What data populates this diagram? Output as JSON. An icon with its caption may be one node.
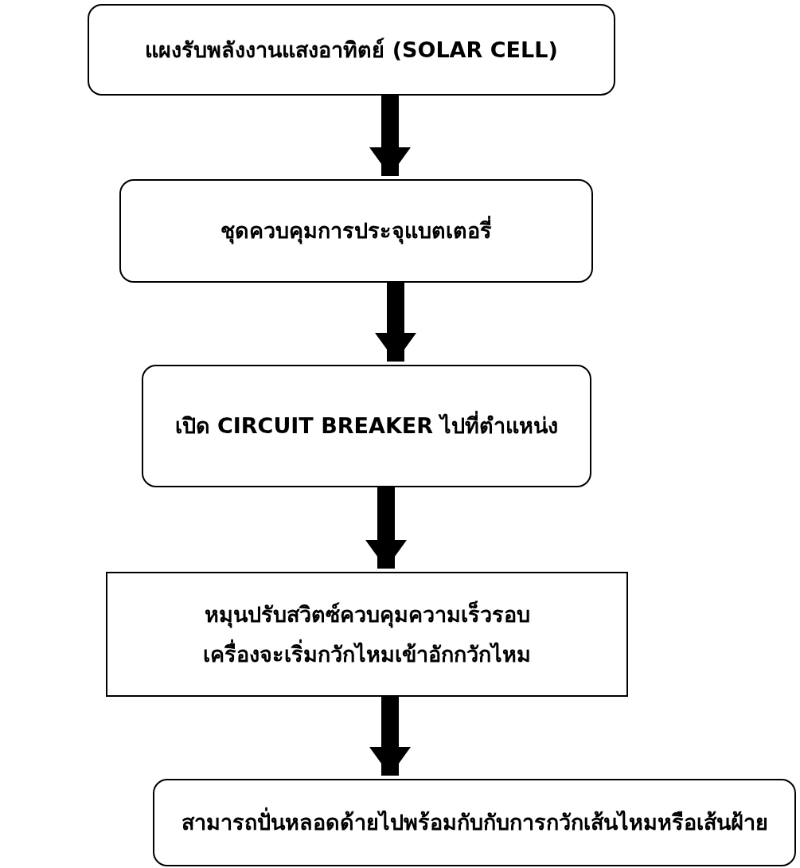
{
  "diagram": {
    "nodes": [
      {
        "text": [
          "แผงรับพลังงานแสงอาทิตย์ (SOLAR CELL)"
        ]
      },
      {
        "text": [
          "ชุดควบคุมการประจุแบตเตอรี่"
        ]
      },
      {
        "text": [
          "เปิด CIRCUIT BREAKER ไปที่ตำแหน่ง"
        ]
      },
      {
        "text": [
          "หมุนปรับสวิตซ์ควบคุมความเร็วรอบ",
          "เครื่องจะเริ่มกวักไหมเข้าอักกวักไหม"
        ]
      },
      {
        "text": [
          "สามารถปั่นหลอดด้ายไปพร้อมกับกับการกวักเส้นไหมหรือเส้นฝ้าย"
        ]
      }
    ],
    "edges": [
      {
        "from": 0,
        "to": 1,
        "arrow": "to"
      },
      {
        "from": 1,
        "to": 2,
        "arrow": "to"
      },
      {
        "from": 2,
        "to": 3,
        "arrow": "to"
      },
      {
        "from": 3,
        "to": 4,
        "arrow": "to"
      }
    ]
  }
}
